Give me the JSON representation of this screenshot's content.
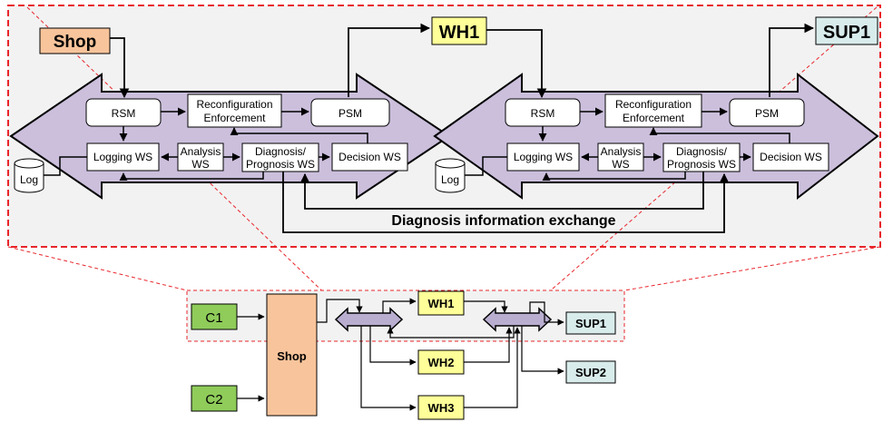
{
  "detail": {
    "shop": "Shop",
    "wh1": "WH1",
    "sup1": "SUP1",
    "left_panel": {
      "rsm": "RSM",
      "reconf_line1": "Reconfiguration",
      "reconf_line2": "Enforcement",
      "psm": "PSM",
      "logging": "Logging WS",
      "analysis_line1": "Analysis",
      "analysis_line2": "WS",
      "diag_line1": "Diagnosis/",
      "diag_line2": "Prognosis WS",
      "decision": "Decision WS",
      "log": "Log"
    },
    "right_panel": {
      "rsm": "RSM",
      "reconf_line1": "Reconfiguration",
      "reconf_line2": "Enforcement",
      "psm": "PSM",
      "logging": "Logging WS",
      "analysis_line1": "Analysis",
      "analysis_line2": "WS",
      "diag_line1": "Diagnosis/",
      "diag_line2": "Prognosis WS",
      "decision": "Decision WS",
      "log": "Log"
    },
    "exchange_label": "Diagnosis information exchange"
  },
  "overview": {
    "c1": "C1",
    "c2": "C2",
    "shop": "Shop",
    "wh1": "WH1",
    "wh2": "WH2",
    "wh3": "WH3",
    "sup1": "SUP1",
    "sup2": "SUP2"
  },
  "colors": {
    "shop": "#f8c49b",
    "warehouse": "#ffff99",
    "supplier": "#d9ecec",
    "customer": "#8fcc5a",
    "arrow_body": "#cbbfdc",
    "highlight_border": "#e8252b",
    "region_fill": "#f2f2f2"
  }
}
